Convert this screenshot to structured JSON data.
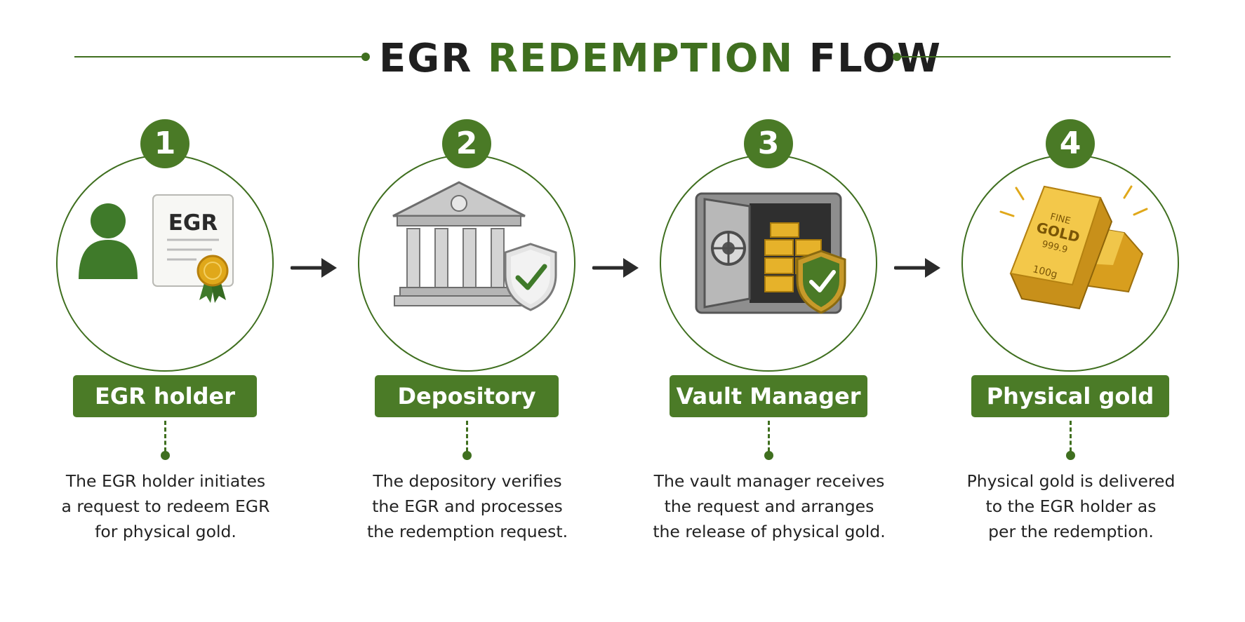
{
  "title": {
    "part1": "EGR",
    "part2": "REDEMPTION",
    "part3": "FLOW"
  },
  "colors": {
    "accent": "#3f6f1f",
    "badge": "#4a7a26",
    "text": "#222222",
    "gold": "#e0a81a"
  },
  "steps": [
    {
      "number": "1",
      "label": "EGR holder",
      "icon": "egr-holder-certificate-icon",
      "certificate_text": "EGR",
      "desc": [
        "The EGR holder initiates",
        "a request to redeem EGR",
        "for physical gold."
      ]
    },
    {
      "number": "2",
      "label": "Depository",
      "icon": "bank-shield-icon",
      "desc": [
        "The depository verifies",
        "the EGR and processes",
        "the redemption request."
      ]
    },
    {
      "number": "3",
      "label": "Vault Manager",
      "icon": "vault-gold-icon",
      "desc": [
        "The vault manager receives",
        "the request and arranges",
        "the release of physical gold."
      ]
    },
    {
      "number": "4",
      "label": "Physical gold",
      "icon": "gold-bars-icon",
      "bar_text": [
        "FINE",
        "GOLD",
        "999.9",
        "100g"
      ],
      "desc": [
        "Physical gold is delivered",
        "to the EGR holder as",
        "per the redemption."
      ]
    }
  ]
}
